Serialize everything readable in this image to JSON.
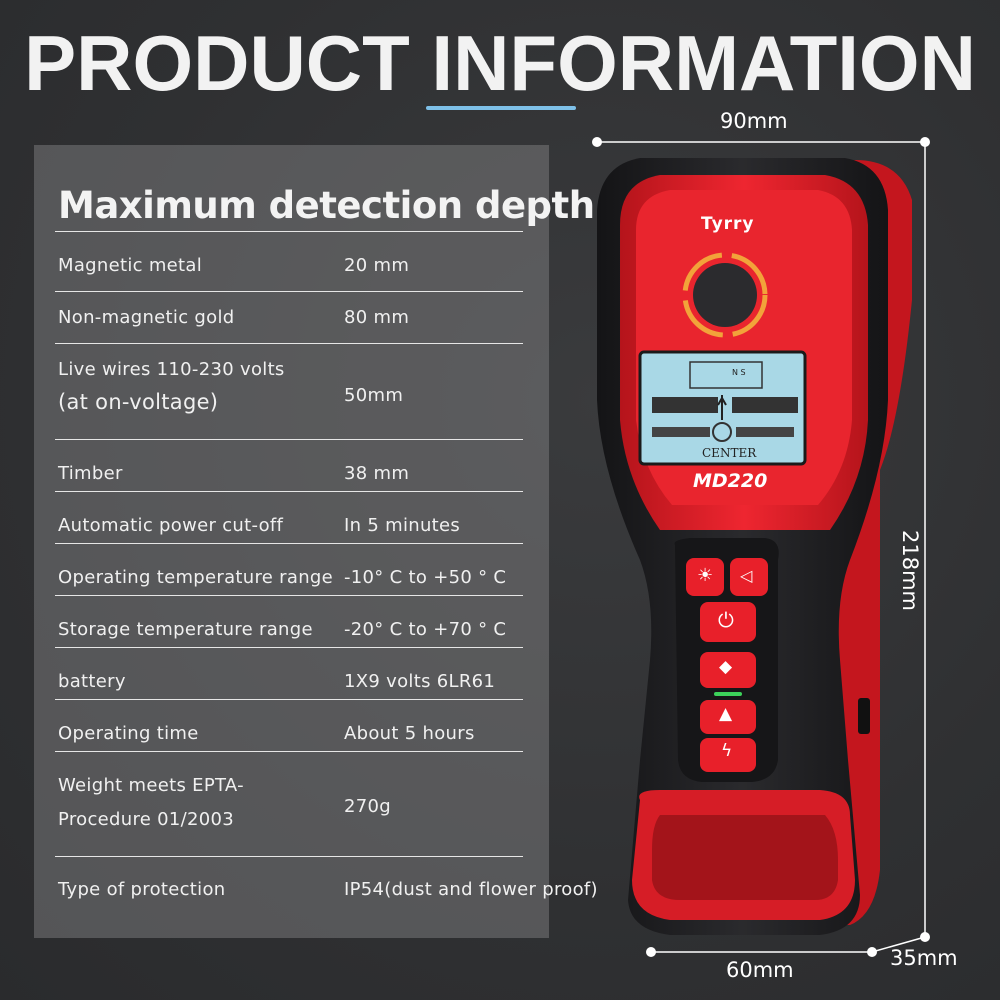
{
  "header": {
    "title": "PRODUCT INFORMATION"
  },
  "panel": {
    "heading": "Maximum detection depth",
    "rows": [
      {
        "label": "Magnetic metal",
        "value": "20 mm"
      },
      {
        "label": "Non-magnetic gold",
        "value": "80 mm"
      },
      {
        "label": "Live wires 110-230 volts",
        "label2": "(at on-voltage)",
        "value": "50mm"
      },
      {
        "label": "Timber",
        "value": "38 mm"
      },
      {
        "label": "Automatic power cut-off",
        "value": "In 5 minutes"
      },
      {
        "label": "Operating temperature range",
        "value": "-10° C to +50 ° C"
      },
      {
        "label": "Storage temperature range",
        "value": "-20° C to +70 ° C"
      },
      {
        "label": "battery",
        "value": "1X9 volts 6LR61"
      },
      {
        "label": "Operating time",
        "value": "About 5 hours"
      },
      {
        "label": "Weight meets EPTA-",
        "label2": "Procedure 01/2003",
        "value": "270g"
      },
      {
        "label": "Type of protection",
        "value": "IP54(dust and flower proof)"
      }
    ]
  },
  "dimensions": {
    "width_top": "90mm",
    "height_side": "218mm",
    "width_bottom": "60mm",
    "depth": "35mm"
  },
  "device": {
    "brand": "Tyrry",
    "model": "MD220",
    "screen_center_label": "CENTER",
    "screen_ns": "N S"
  },
  "colors": {
    "device_red": "#e8202a",
    "device_black": "#1e1e20",
    "screen_blue": "#a9d8e6",
    "accent_line": "#7ec0e8"
  }
}
